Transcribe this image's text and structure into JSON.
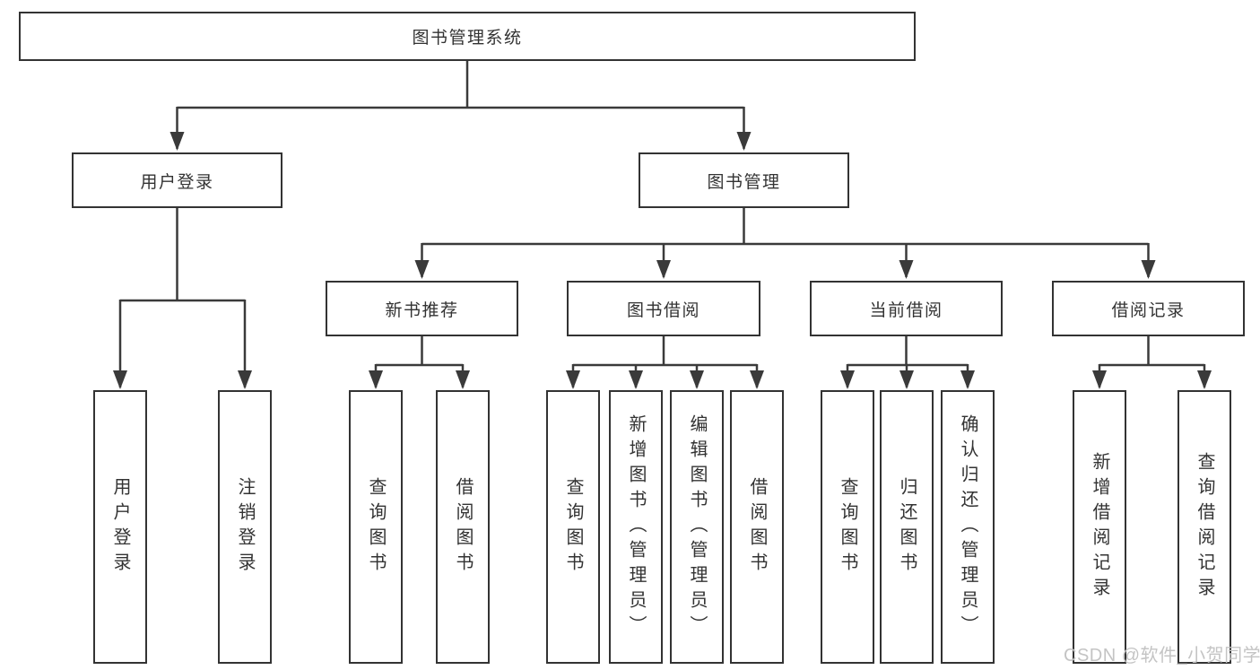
{
  "diagram": {
    "title": "图书管理系统",
    "level2": [
      "用户登录",
      "图书管理"
    ],
    "level3": [
      "新书推荐",
      "图书借阅",
      "当前借阅",
      "借阅记录"
    ],
    "leaves": [
      "用户登录",
      "注销登录",
      "查询图书",
      "借阅图书",
      "查询图书",
      "新增图书（管理员）",
      "编辑图书（管理员）",
      "借阅图书",
      "查询图书",
      "归还图书",
      "确认归还（管理员）",
      "新增借阅记录",
      "查询借阅记录"
    ],
    "hierarchy": {
      "图书管理系统": [
        "用户登录",
        "图书管理"
      ],
      "用户登录": [
        "用户登录",
        "注销登录"
      ],
      "图书管理": [
        "新书推荐",
        "图书借阅",
        "当前借阅",
        "借阅记录"
      ],
      "新书推荐": [
        "查询图书",
        "借阅图书"
      ],
      "图书借阅": [
        "查询图书",
        "新增图书（管理员）",
        "编辑图书（管理员）",
        "借阅图书"
      ],
      "当前借阅": [
        "查询图书",
        "归还图书",
        "确认归还（管理员）"
      ],
      "借阅记录": [
        "新增借阅记录",
        "查询借阅记录"
      ]
    }
  },
  "watermark": "CSDN @软件_小贺同学",
  "colors": {
    "line": "#3a3a3a",
    "border": "#333333",
    "text": "#333333",
    "background": "#ffffff",
    "watermark": "#c4c4c4"
  }
}
